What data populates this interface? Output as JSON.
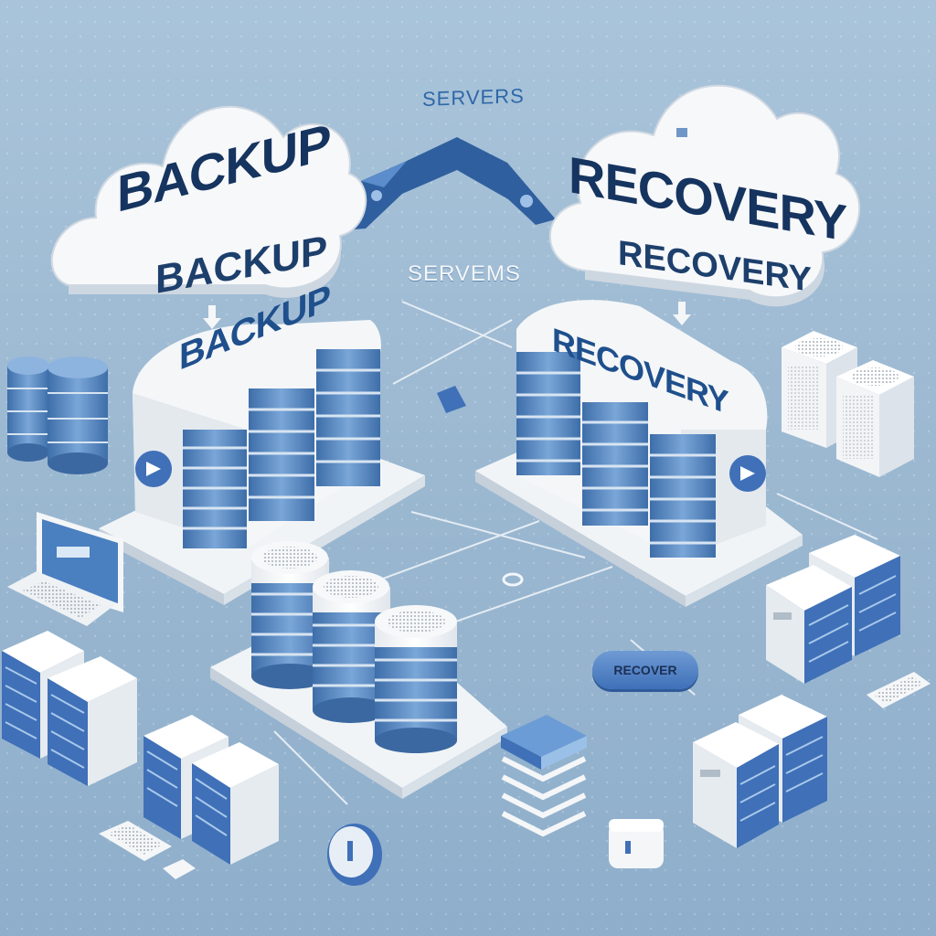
{
  "clouds": {
    "left": {
      "title": "BACKUP"
    },
    "right": {
      "title": "RECOVERY"
    }
  },
  "labels": {
    "under_left_cloud": "BACKUP",
    "under_right_cloud": "RECOVERY",
    "top_center": "SERVERS",
    "middle_center": "SERVEMS"
  },
  "stacks": {
    "left": {
      "title": "BACKUP"
    },
    "right": {
      "title": "RECOVERY"
    }
  },
  "recover_button": {
    "label": "RECOVER"
  },
  "colors": {
    "background": "#9ebbd3",
    "accent": "#3f70b8",
    "panel": "#f4f6f8",
    "ink": "#15345f"
  }
}
